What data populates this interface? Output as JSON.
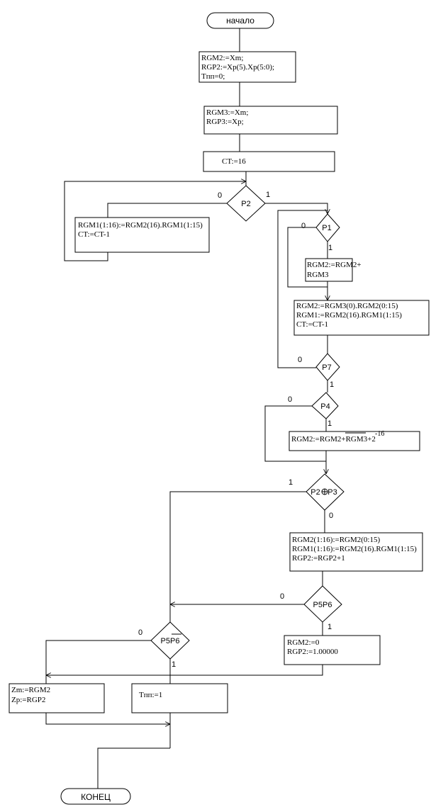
{
  "start_label": "начало",
  "end_label": "КОНЕЦ",
  "blocks": {
    "init1": [
      "RGM2:=Xm;",
      "RGP2:=Xp(5).Xp(5:0);",
      "Tпп=0;"
    ],
    "init2": [
      "RGM3:=Xm;",
      "RGP3:=Xp;"
    ],
    "ct_init": "CT:=16",
    "shift1": [
      "RGM1(1:16):=RGM2(16).RGM1(1:15)",
      "CT:=CT-1"
    ],
    "add1": [
      "RGM2:=RGM2+",
      "RGM3"
    ],
    "shift2": [
      "RGM2:=RGM3(0).RGM2(0:15)",
      "RGM1:=RGM2(16).RGM1(1:15)",
      "CT:=CT-1"
    ],
    "add2": "RGM2:=RGM2+RGM3+2",
    "add2_exp": "-16",
    "norm": [
      "RGM2(1:16):=RGM2(0:15)",
      "RGM1(1:16):=RGM2(16).RGM1(1:15)",
      "RGP2:=RGP2+1"
    ],
    "zero": [
      "RGM2:=0",
      "RGP2:=1.00000"
    ],
    "output": [
      "Zm:=RGM2",
      "Zp:=RGP2"
    ],
    "overflow": "Tпп:=1"
  },
  "decisions": {
    "p2": "P2",
    "p1": "P1",
    "p7": "P7",
    "p4": "P4",
    "xor_left": "P2",
    "xor_right": "P3",
    "p5p6": "P5P6",
    "p5p6_bar": "P5P6"
  },
  "branch_labels": {
    "zero": "0",
    "one": "1"
  }
}
